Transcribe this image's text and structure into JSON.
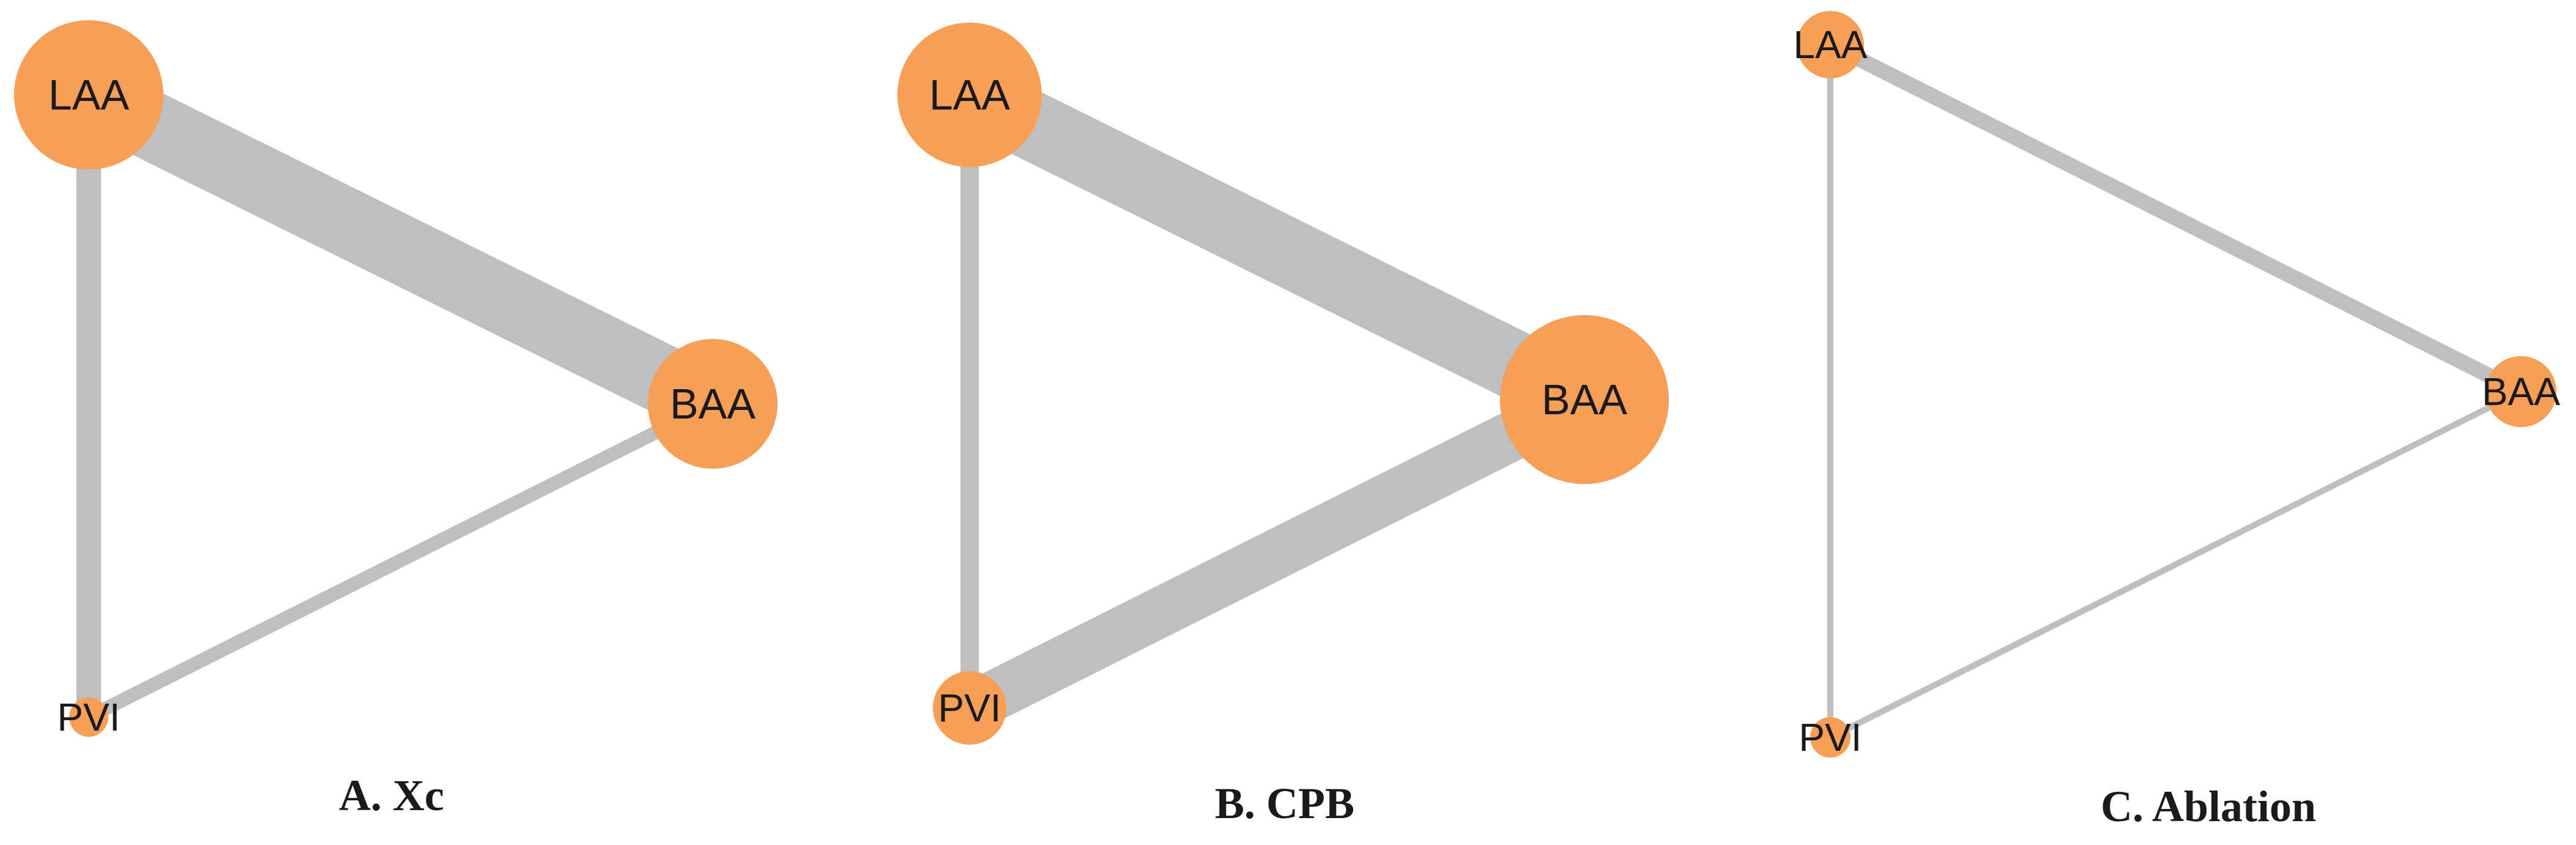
{
  "colors": {
    "node_fill": "#f79e57",
    "edge_stroke": "#bfbfbf",
    "label_text": "#1a1a1a"
  },
  "panels": [
    {
      "caption": "A. Xc",
      "nodes": [
        {
          "id": "LAA",
          "label": "LAA",
          "relative_size": 1.0
        },
        {
          "id": "BAA",
          "label": "BAA",
          "relative_size": 0.87
        },
        {
          "id": "PVI",
          "label": "PVI",
          "relative_size": 0.26
        }
      ],
      "edges": [
        {
          "from": "LAA",
          "to": "BAA",
          "relative_weight": 1.0
        },
        {
          "from": "LAA",
          "to": "PVI",
          "relative_weight": 0.36
        },
        {
          "from": "BAA",
          "to": "PVI",
          "relative_weight": 0.2
        }
      ]
    },
    {
      "caption": "B. CPB",
      "nodes": [
        {
          "id": "LAA",
          "label": "LAA",
          "relative_size": 0.9
        },
        {
          "id": "BAA",
          "label": "BAA",
          "relative_size": 1.0
        },
        {
          "id": "PVI",
          "label": "PVI",
          "relative_size": 0.44
        }
      ],
      "edges": [
        {
          "from": "LAA",
          "to": "BAA",
          "relative_weight": 1.0
        },
        {
          "from": "LAA",
          "to": "PVI",
          "relative_weight": 0.27
        },
        {
          "from": "BAA",
          "to": "PVI",
          "relative_weight": 0.73
        }
      ]
    },
    {
      "caption": "C. Ablation",
      "nodes": [
        {
          "id": "LAA",
          "label": "LAA",
          "relative_size": 1.0
        },
        {
          "id": "BAA",
          "label": "BAA",
          "relative_size": 1.05
        },
        {
          "id": "PVI",
          "label": "PVI",
          "relative_size": 0.6
        }
      ],
      "edges": [
        {
          "from": "LAA",
          "to": "BAA",
          "relative_weight": 1.0
        },
        {
          "from": "LAA",
          "to": "PVI",
          "relative_weight": 0.35
        },
        {
          "from": "BAA",
          "to": "PVI",
          "relative_weight": 0.35
        }
      ]
    }
  ]
}
